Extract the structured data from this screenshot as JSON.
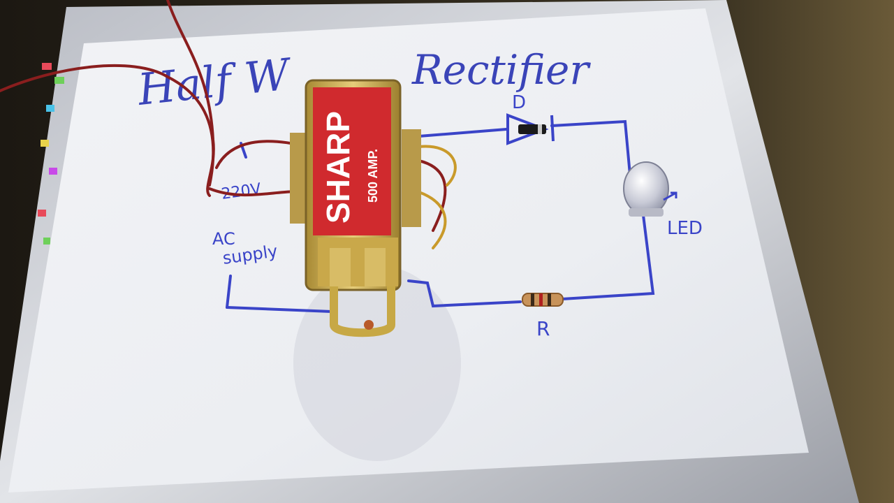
{
  "photo": {
    "title_left": "Half W",
    "title_right": "Rectifier",
    "transformer_brand": "SHARP",
    "transformer_rating": "500 AMP.",
    "labels": {
      "diode": "D",
      "led": "LED",
      "resistor": "R",
      "voltage": "220V",
      "ac_line1": "AC",
      "ac_line2": "supply"
    },
    "colors": {
      "ink": "#3a44c8",
      "paper": "#eef0f3",
      "transformer_label": "#d02a2e",
      "brass": "#c9a84a",
      "wire_red": "#8a1e1e",
      "wire_yellow": "#c99a2a"
    }
  }
}
